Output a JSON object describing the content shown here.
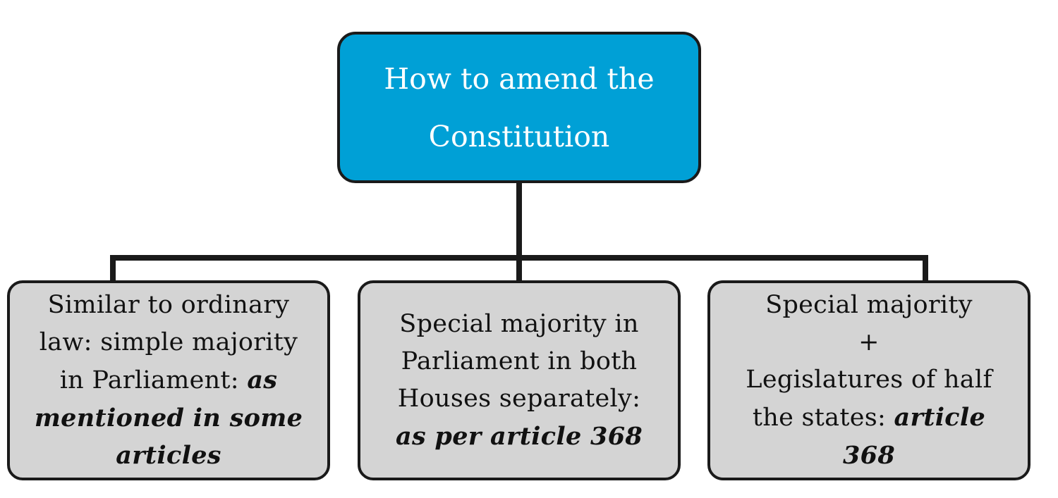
{
  "colors": {
    "root_fill": "#00a0d6",
    "child_fill": "#d4d4d4",
    "line": "#1a1a1a"
  },
  "root": {
    "title_line1": "How to amend the",
    "title_line2": "Constitution"
  },
  "children": [
    {
      "line1": "Similar to ordinary",
      "line2": "law: simple majority",
      "line3_plain": "in Parliament: ",
      "line3_emph": "as",
      "line4_emph": "mentioned in some",
      "line5_emph": "articles"
    },
    {
      "line1": "Special majority in",
      "line2": "Parliament in both",
      "line3": "Houses separately:",
      "line4_emph": "as per article 368"
    },
    {
      "line1": "Special majority",
      "line2": "+",
      "line3": "Legislatures of half",
      "line4_plain": "the states: ",
      "line4_emph": "article",
      "line5_emph": "368"
    }
  ]
}
